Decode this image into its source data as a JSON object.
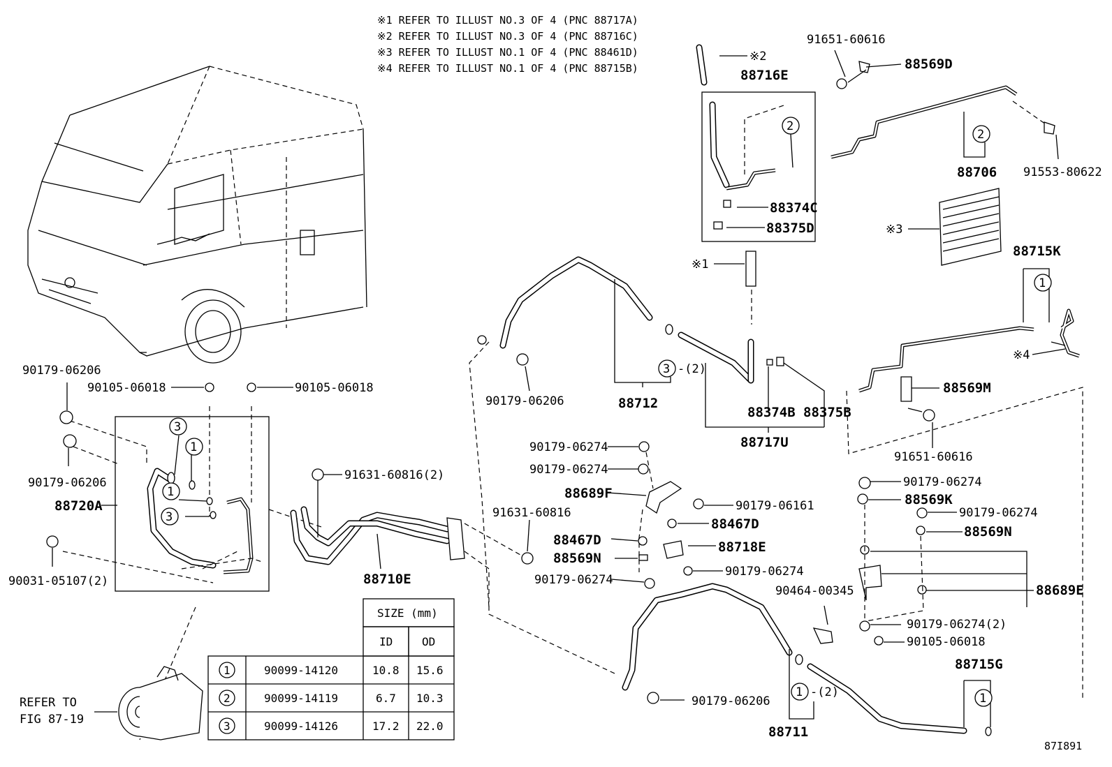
{
  "notes": [
    "※1 REFER TO ILLUST NO.3 OF 4 (PNC 88717A)",
    "※2 REFER TO ILLUST NO.3 OF 4 (PNC 88716C)",
    "※3 REFER TO ILLUST NO.1 OF 4 (PNC 88461D)",
    "※4 REFER TO ILLUST NO.1 OF 4 (PNC 88715B)"
  ],
  "parts": {
    "p91651_60616_top": "91651-60616",
    "p88569D": "88569D",
    "p88716E": "88716E",
    "ref2": "※2",
    "p88706": "88706",
    "p91553_80622": "91553-80622",
    "p88374C": "88374C",
    "p88375D": "88375D",
    "ref3": "※3",
    "p88715K": "88715K",
    "ref1": "※1",
    "ref4": "※4",
    "p88569M": "88569M",
    "p91651_60616_bot": "91651-60616",
    "p88712": "88712",
    "p88374B": "88374B",
    "p88375B": "88375B",
    "p88717U": "88717U",
    "o3x2": "-(2)",
    "p90179_06206_a": "90179-06206",
    "p90179_06206_b": "90179-06206",
    "p90179_06206_c": "90179-06206",
    "p90179_06206_d": "90179-06206",
    "p90105_06018_a": "90105-06018",
    "p90105_06018_b": "90105-06018",
    "p90105_06018_c": "90105-06018",
    "p88720A": "88720A",
    "p90031_05107": "90031-05107(2)",
    "p91631_60816_2": "91631-60816(2)",
    "p91631_60816": "91631-60816",
    "p88710E": "88710E",
    "p90179_06274_a": "90179-06274",
    "p90179_06274_b": "90179-06274",
    "p90179_06274_c": "90179-06274",
    "p90179_06274_d": "90179-06274",
    "p90179_06274_e": "90179-06274",
    "p90179_06274_f": "90179-06274",
    "p90179_06274_2": "90179-06274(2)",
    "p88689F": "88689F",
    "p90179_06161": "90179-06161",
    "p88467D_a": "88467D",
    "p88467D_b": "88467D",
    "p88718E": "88718E",
    "p88569N_a": "88569N",
    "p88569N_b": "88569N",
    "p88569K": "88569K",
    "p88689E": "88689E",
    "p90464_00345": "90464-00345",
    "p88715G": "88715G",
    "p88711": "88711",
    "o1x2": "-(2)",
    "refer_to": "REFER TO",
    "fig": "FIG 87-19",
    "diagram_id": "87I891"
  },
  "circled": {
    "one": "1",
    "two": "2",
    "three": "3"
  },
  "table": {
    "size_header": "SIZE (mm)",
    "col_id": "ID",
    "col_od": "OD",
    "rows": [
      {
        "mark": "1",
        "part": "90099-14120",
        "id": "10.8",
        "od": "15.6"
      },
      {
        "mark": "2",
        "part": "90099-14119",
        "id": "6.7",
        "od": "10.3"
      },
      {
        "mark": "3",
        "part": "90099-14126",
        "id": "17.2",
        "od": "22.0"
      }
    ]
  }
}
